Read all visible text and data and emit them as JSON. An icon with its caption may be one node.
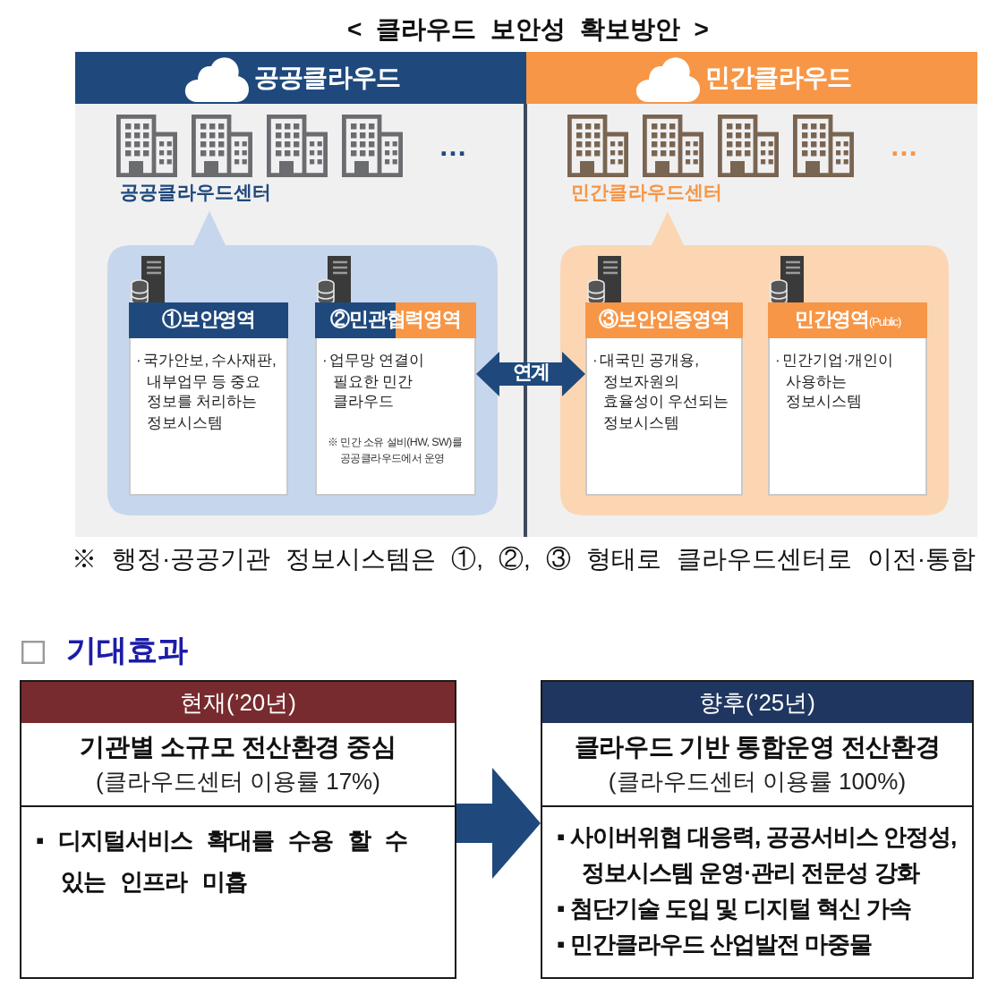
{
  "diagram": {
    "title": "< 클라우드 보안성 확보방안 >",
    "nodes": [
      {
        "text": [
          "공공클라우드",
          "공공클라우드센터"
        ]
      },
      {
        "text": [],
        "shape": "box",
        "in": 0
      },
      {
        "text": [
          "①보안영역",
          "· 국가안보, 수사재판, 내부업무 등 중요 정보를 처리하는 정보시스템"
        ],
        "in": 1
      },
      {
        "text": [
          "②민관협력영역",
          "· 업무망 연결이 필요한 민간 클라우드",
          "※ 민간 소유 설비(HW, SW)를 공공클라우드에서 운영"
        ],
        "in": 1
      },
      {
        "text": [
          "민간클라우드",
          "민간클라우드센터"
        ]
      },
      {
        "text": [],
        "shape": "box",
        "in": 4
      },
      {
        "text": [
          "③보안인증영역",
          "· 대국민 공개용, 정보자원의 효율성이 우선되는 정보시스템"
        ],
        "in": 5
      },
      {
        "text": [
          "민간영역$_{(Public)}$",
          "· 민간기업·개인이 사용하는 정보시스템"
        ],
        "in": 5
      },
      {
        "text": [
          "현재(’20년)",
          "기관별 소규모 전산환경 중심",
          "(클라우드센터 이용률 17%)",
          "▪ 디지털서비스 확대를 수용 할 수 있는 인프라 미흡"
        ]
      },
      {
        "text": [
          "향후(’25년)",
          "클라우드 기반 통합운영 전산환경",
          "(클라우드센터 이용률 100%)",
          "▪ 사이버위협 대응력, 공공서비스 안정성, 정보시스템 운영·관리 전문성 강화",
          "▪ 첨단기술 도입 및 디지털 혁신 가속",
          "▪ 민간클라우드 산업발전 마중물"
        ]
      }
    ],
    "edges": [
      {
        "from": 3,
        "to": 6,
        "arrow": "both",
        "label": "연계"
      },
      {
        "from": 8,
        "to": 9,
        "arrow": "to"
      }
    ],
    "labels": [
      "…",
      "…",
      "※ 행정·공공기관 정보시스템은 ①, ②, ③ 형태로 클라우드센터로 이전·통합",
      "기대효과"
    ]
  }
}
